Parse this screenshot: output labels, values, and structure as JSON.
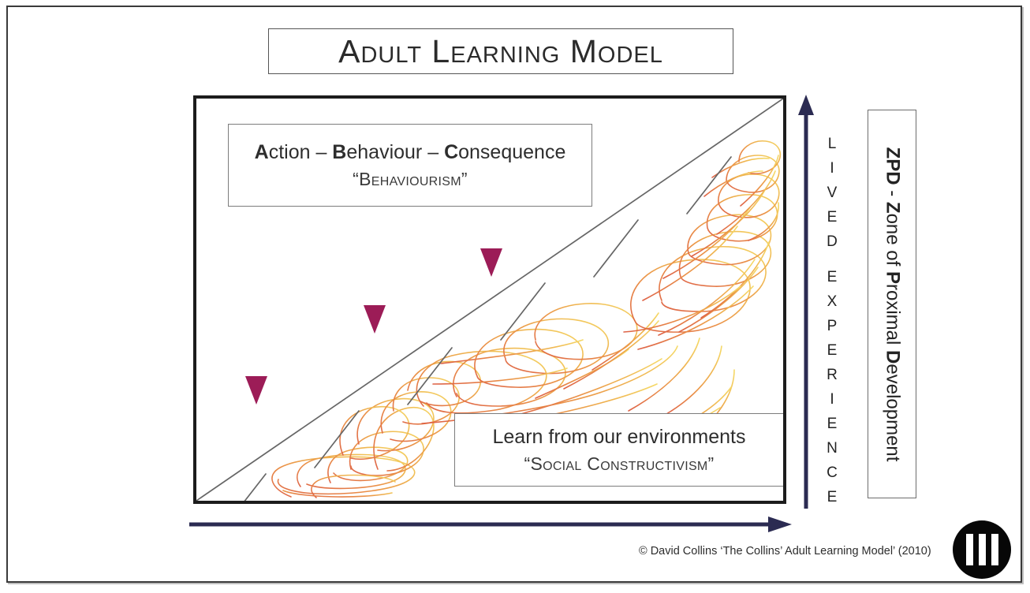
{
  "title": {
    "text": "Adult Learning Model"
  },
  "callouts": {
    "behaviourism": {
      "line1_parts": [
        "A",
        "ction – ",
        "B",
        "ehaviour – ",
        "C",
        "onsequence"
      ],
      "line1_plain": "Action – Behaviour – Consequence",
      "line2": "“Behaviourism”"
    },
    "constructivism": {
      "line1": "Learn from our environments",
      "line2": "“Social Constructivism”"
    }
  },
  "axes": {
    "vertical_label_letters": [
      "L",
      "I",
      "V",
      "E",
      "D",
      "",
      "E",
      "X",
      "P",
      "E",
      "R",
      "I",
      "E",
      "N",
      "C",
      "E"
    ],
    "vertical_label_text": "LIVED EXPERIENCE",
    "vertical_arrow_name": "lived-experience-arrow",
    "horizontal_arrow_name": "time-axis-arrow"
  },
  "zpd": {
    "prefix_bold": "ZPD",
    "full_text": "ZPD - Zone of Proximal Development",
    "segments": [
      {
        "t": "Z",
        "b": true
      },
      {
        "t": "P",
        "b": true
      },
      {
        "t": "D",
        "b": true
      },
      {
        "t": " - ",
        "b": false
      },
      {
        "t": "Z",
        "b": true
      },
      {
        "t": "one of ",
        "b": false
      },
      {
        "t": "P",
        "b": true
      },
      {
        "t": "roximal ",
        "b": false
      },
      {
        "t": "D",
        "b": true
      },
      {
        "t": "evelopment",
        "b": false
      }
    ]
  },
  "footer": {
    "copyright": "© David Collins ‘The Collins’ Adult Learning Model’ (2010)"
  },
  "logo": {
    "name": "three-bars-logo",
    "bar_count": 3
  },
  "colors": {
    "page_border": "#3a3a3a",
    "chart_border": "#1c1c1c",
    "callout_border": "#7c7c7c",
    "axis_arrow": "#2b2b52",
    "down_arrow_top": "#d4488f",
    "down_arrow_bottom": "#a01f5c",
    "diagonal_line": "#666666",
    "scribble_warm_low": "#e0674a",
    "scribble_warm_mid": "#e9933f",
    "scribble_warm_high": "#f2cf52",
    "logo_bg": "#070707",
    "text": "#2b2b2b"
  },
  "chart_data": {
    "type": "scatter",
    "title": "Adult Learning Model",
    "xlabel": "",
    "ylabel": "LIVED EXPERIENCE",
    "grid": false,
    "legend": "none",
    "annotations": [
      "Action – Behaviour – Consequence / “Behaviourism”",
      "Learn from our environments / “Social Constructivism”",
      "ZPD - Zone of Proximal Development"
    ],
    "diagonal": {
      "from": [
        0,
        0
      ],
      "to": [
        1,
        1
      ],
      "tick_count": 6,
      "tick_positions": [
        0.08,
        0.25,
        0.41,
        0.57,
        0.73,
        0.9
      ]
    },
    "down_arrows": [
      {
        "x_frac": 0.155,
        "y_top_frac": 0.205,
        "y_tip_frac": 0.735
      },
      {
        "x_frac": 0.305,
        "y_top_frac": 0.205,
        "y_tip_frac": 0.565
      },
      {
        "x_frac": 0.502,
        "y_top_frac": 0.205,
        "y_tip_frac": 0.455
      }
    ],
    "scribble_region": {
      "description": "dense hand-drawn scribble filling lower-right triangle below the diagonal, graded red-orange at lower-left to yellow at upper-right",
      "x_range": [
        0.1,
        0.98
      ],
      "y_range": [
        0.12,
        0.99
      ]
    }
  }
}
